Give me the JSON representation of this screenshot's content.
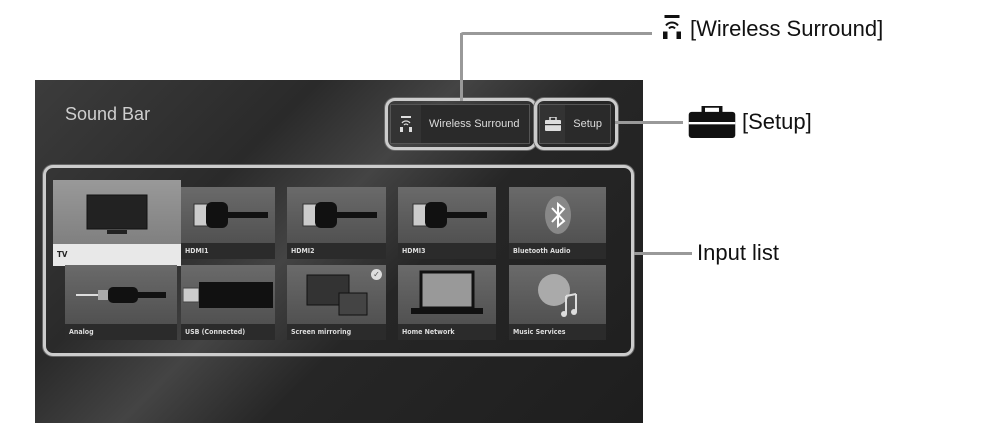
{
  "screen": {
    "title": "Sound Bar",
    "buttons": {
      "wireless": "Wireless Surround",
      "setup": "Setup"
    },
    "inputs": [
      {
        "label": "TV",
        "icon": "tv-icon",
        "selected": true
      },
      {
        "label": "HDMI1",
        "icon": "hdmi-cable-icon"
      },
      {
        "label": "HDMI2",
        "icon": "hdmi-cable-icon"
      },
      {
        "label": "HDMI3",
        "icon": "hdmi-cable-icon"
      },
      {
        "label": "Bluetooth Audio",
        "icon": "bluetooth-icon"
      },
      {
        "label": "Analog",
        "icon": "analog-jack-icon"
      },
      {
        "label": "USB (Connected)",
        "icon": "usb-icon"
      },
      {
        "label": "Screen mirroring",
        "icon": "screen-mirroring-icon",
        "checked": true
      },
      {
        "label": "Home Network",
        "icon": "laptop-icon"
      },
      {
        "label": "Music Services",
        "icon": "globe-music-icon"
      }
    ]
  },
  "callouts": {
    "wireless": "[Wireless Surround]",
    "setup": "[Setup]",
    "inputs": "Input list"
  }
}
